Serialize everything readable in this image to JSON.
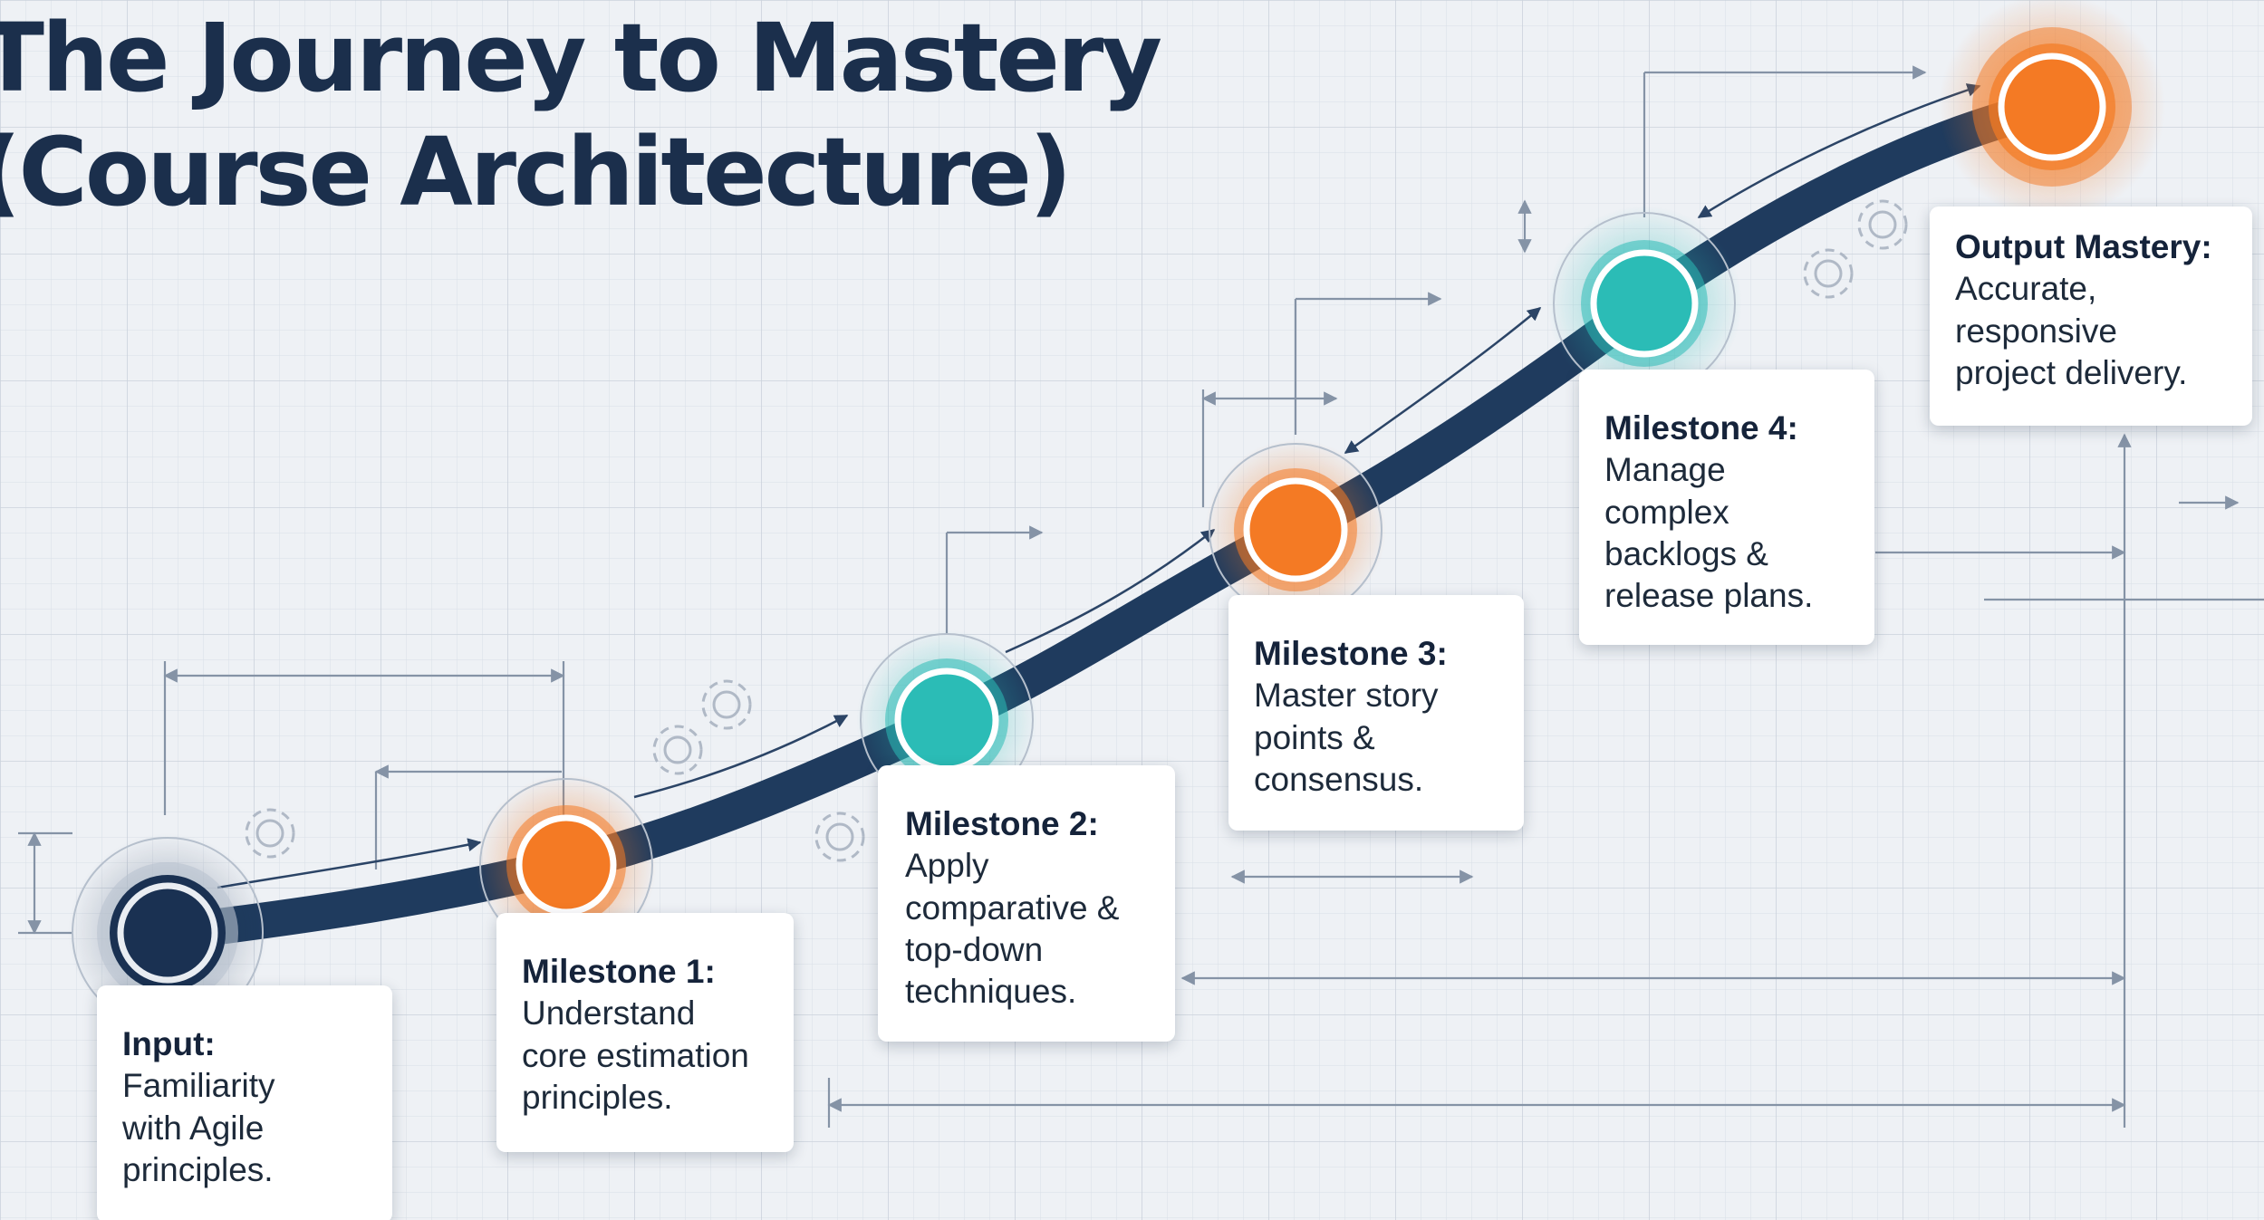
{
  "title": {
    "line1": "The Journey to Mastery",
    "line2": "(Course Architecture)"
  },
  "colors": {
    "path": "#1f3b5e",
    "orange": "#f47a24",
    "teal": "#2bbcb6",
    "navy": "#1a3152",
    "grid": "#cfd6df",
    "text": "#1d2a3a"
  },
  "stages": [
    {
      "title": "Input:",
      "description": "Familiarity\nwith Agile\nprinciples.",
      "node_color": "navy"
    },
    {
      "title": "Milestone 1:",
      "description": "Understand\ncore estimation\nprinciples.",
      "node_color": "orange"
    },
    {
      "title": "Milestone 2:",
      "description": "Apply\ncomparative &\ntop-down\ntechniques.",
      "node_color": "teal"
    },
    {
      "title": "Milestone 3:",
      "description": "Master story\npoints &\nconsensus.",
      "node_color": "orange"
    },
    {
      "title": "Milestone 4:",
      "description": "Manage\ncomplex\nbacklogs &\nrelease plans.",
      "node_color": "teal"
    },
    {
      "title": "Output Mastery:",
      "description": "Accurate,\nresponsive\nproject delivery.",
      "node_color": "orange"
    }
  ]
}
